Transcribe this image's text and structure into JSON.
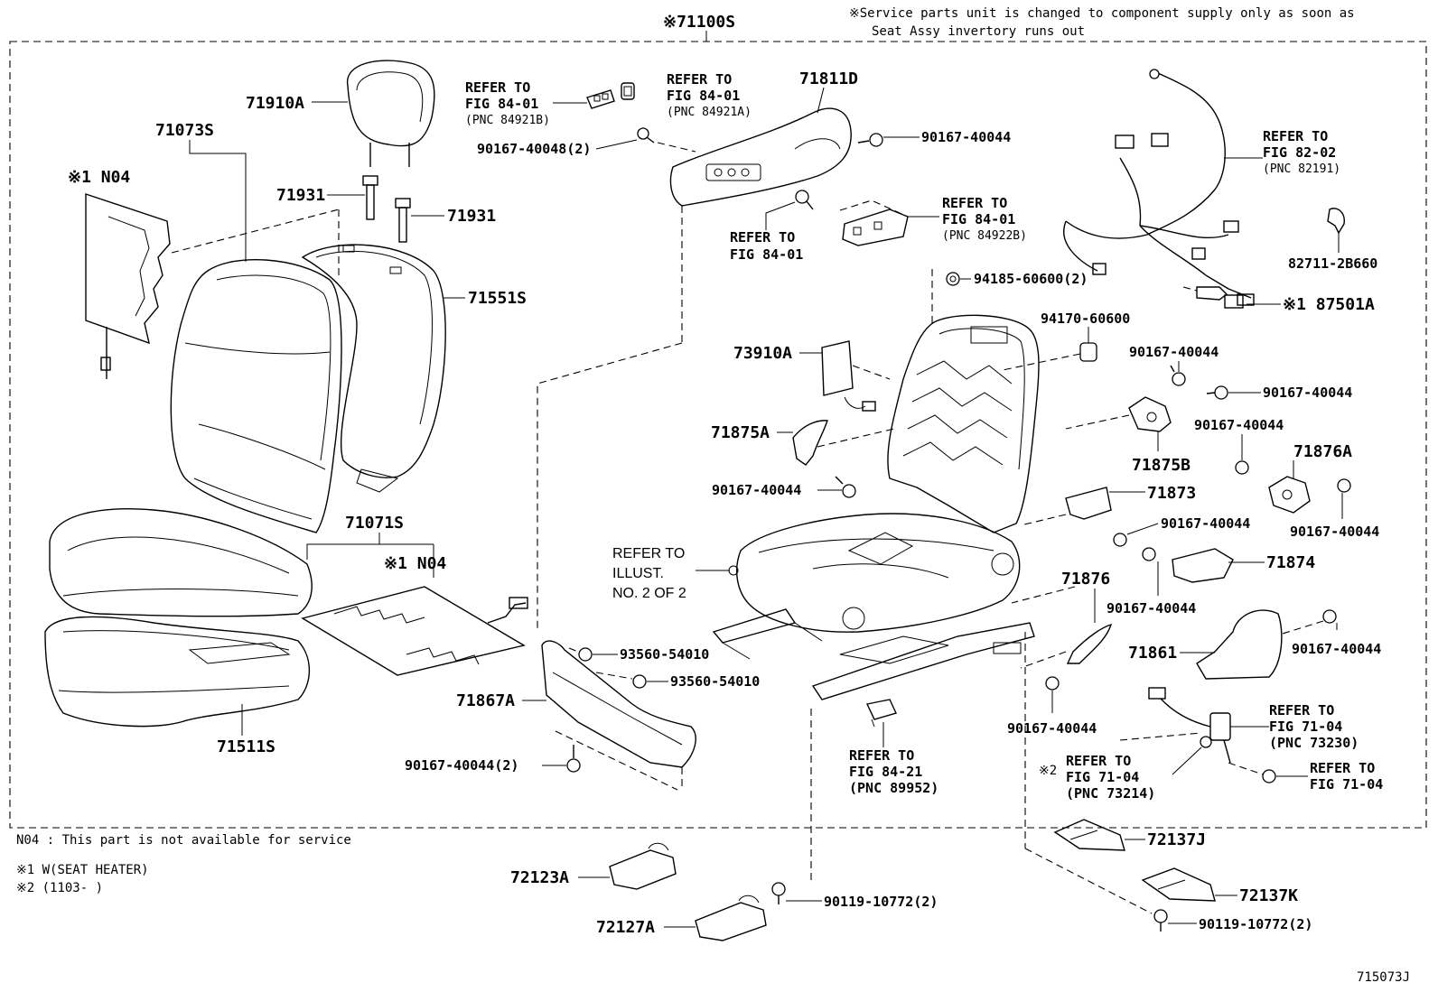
{
  "assembly_label": "※71100S",
  "service_note": [
    "※Service parts unit is changed to component supply only as soon as",
    "Seat Assy invertory runs out"
  ],
  "footnotes": {
    "n04": "N04 : This part is not available for service",
    "s1": "※1 W(SEAT HEATER)",
    "s2": "※2 (1103-     )"
  },
  "figure_id": "715073J",
  "labels": {
    "p71910A": "71910A",
    "p71073S": "71073S",
    "n04a": "※1 N04",
    "p71931a": "71931",
    "p71931b": "71931",
    "p71551S": "71551S",
    "p71071S": "71071S",
    "n04b": "※1 N04",
    "p71511S": "71511S",
    "ref1": [
      "REFER TO",
      "FIG 84-01",
      "(PNC 84921B)"
    ],
    "ref2": [
      "REFER TO",
      "FIG 84-01",
      "(PNC 84921A)"
    ],
    "bolt_40048": "90167-40048(2)",
    "p71811D": "71811D",
    "bolt_a": "90167-40044",
    "ref3": [
      "REFER TO",
      "FIG 84-01",
      "(PNC 84922B)"
    ],
    "ref4": [
      "REFER TO",
      "FIG 84-01"
    ],
    "ref5": [
      "REFER TO",
      "FIG 82-02",
      "(PNC 82191)"
    ],
    "p82711": "82711-2B660",
    "p94185": "94185-60600(2)",
    "p87501A": "※1 87501A",
    "p94170": "94170-60600",
    "p73910A": "73910A",
    "bolt_b": "90167-40044",
    "bolt_c": "90167-40044",
    "p71875A": "71875A",
    "p71875B": "71875B",
    "bolt_d": "90167-40044",
    "p71876A": "71876A",
    "bolt_e": "90167-40044",
    "bolt_f": "90167-40044",
    "p71873": "71873",
    "bolt_g": "90167-40044",
    "ref_illust": [
      "REFER TO",
      "ILLUST.",
      "NO. 2 OF 2"
    ],
    "p71874": "71874",
    "bolt_h": "90167-40044",
    "p71876": "71876",
    "p93560a": "93560-54010",
    "p93560b": "93560-54010",
    "bolt_i": "90167-40044",
    "p71861": "71861",
    "p71867A": "71867A",
    "bolt_j": "90167-40044",
    "ref6": [
      "REFER TO",
      "FIG 71-04",
      "(PNC 73230)"
    ],
    "bolt_k": "90167-40044(2)",
    "ref7": [
      "REFER TO",
      "FIG 84-21",
      "(PNC 89952)"
    ],
    "ref8_mark": "※2",
    "ref8": [
      "REFER TO",
      "FIG 71-04",
      "(PNC 73214)"
    ],
    "ref9": [
      "REFER TO",
      "FIG 71-04"
    ],
    "p72137J": "72137J",
    "p72123A": "72123A",
    "p72137K": "72137K",
    "p90119a": "90119-10772(2)",
    "p72127A": "72127A",
    "p90119b": "90119-10772(2)"
  }
}
